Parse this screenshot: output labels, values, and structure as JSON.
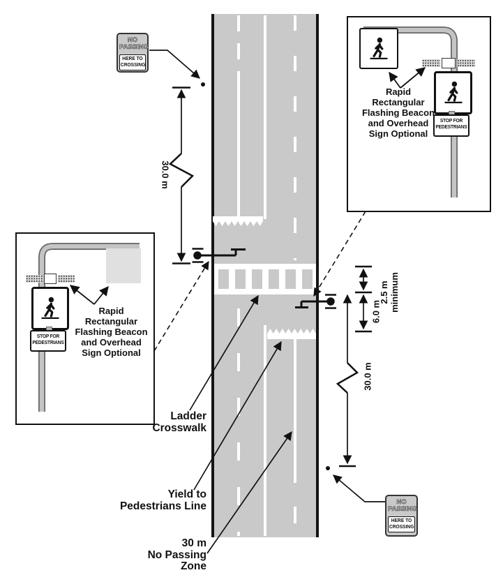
{
  "signs": {
    "no_passing": {
      "headline": [
        "NO",
        "PASSING"
      ],
      "subtext": [
        "HERE TO",
        "CROSSING"
      ]
    }
  },
  "insets": {
    "caption_lines": [
      "Rapid",
      "Rectangular",
      "Flashing Beacon",
      "and Overhead",
      "Sign Optional"
    ],
    "stop_sign_lines": [
      "STOP FOR",
      "PEDESTRIANS"
    ]
  },
  "dimensions": {
    "left_no_passing": "30.0 m",
    "crosswalk_width": [
      "2.5 m",
      "minimum"
    ],
    "yield_setback": "6.0 m",
    "right_no_passing": "30.0 m"
  },
  "labels": {
    "ladder_crosswalk": [
      "Ladder",
      "Crosswalk"
    ],
    "yield_line": [
      "Yield to",
      "Pedestrians Line"
    ],
    "no_passing_zone": [
      "30 m",
      "No Passing",
      "Zone"
    ]
  },
  "colors": {
    "road_gray": "#c9c9c9",
    "marking_white": "#ffffff",
    "edge_black": "#151515",
    "ghost_sign_gray": "#e0e0e0",
    "pole_gray": "#c4c4c4"
  }
}
